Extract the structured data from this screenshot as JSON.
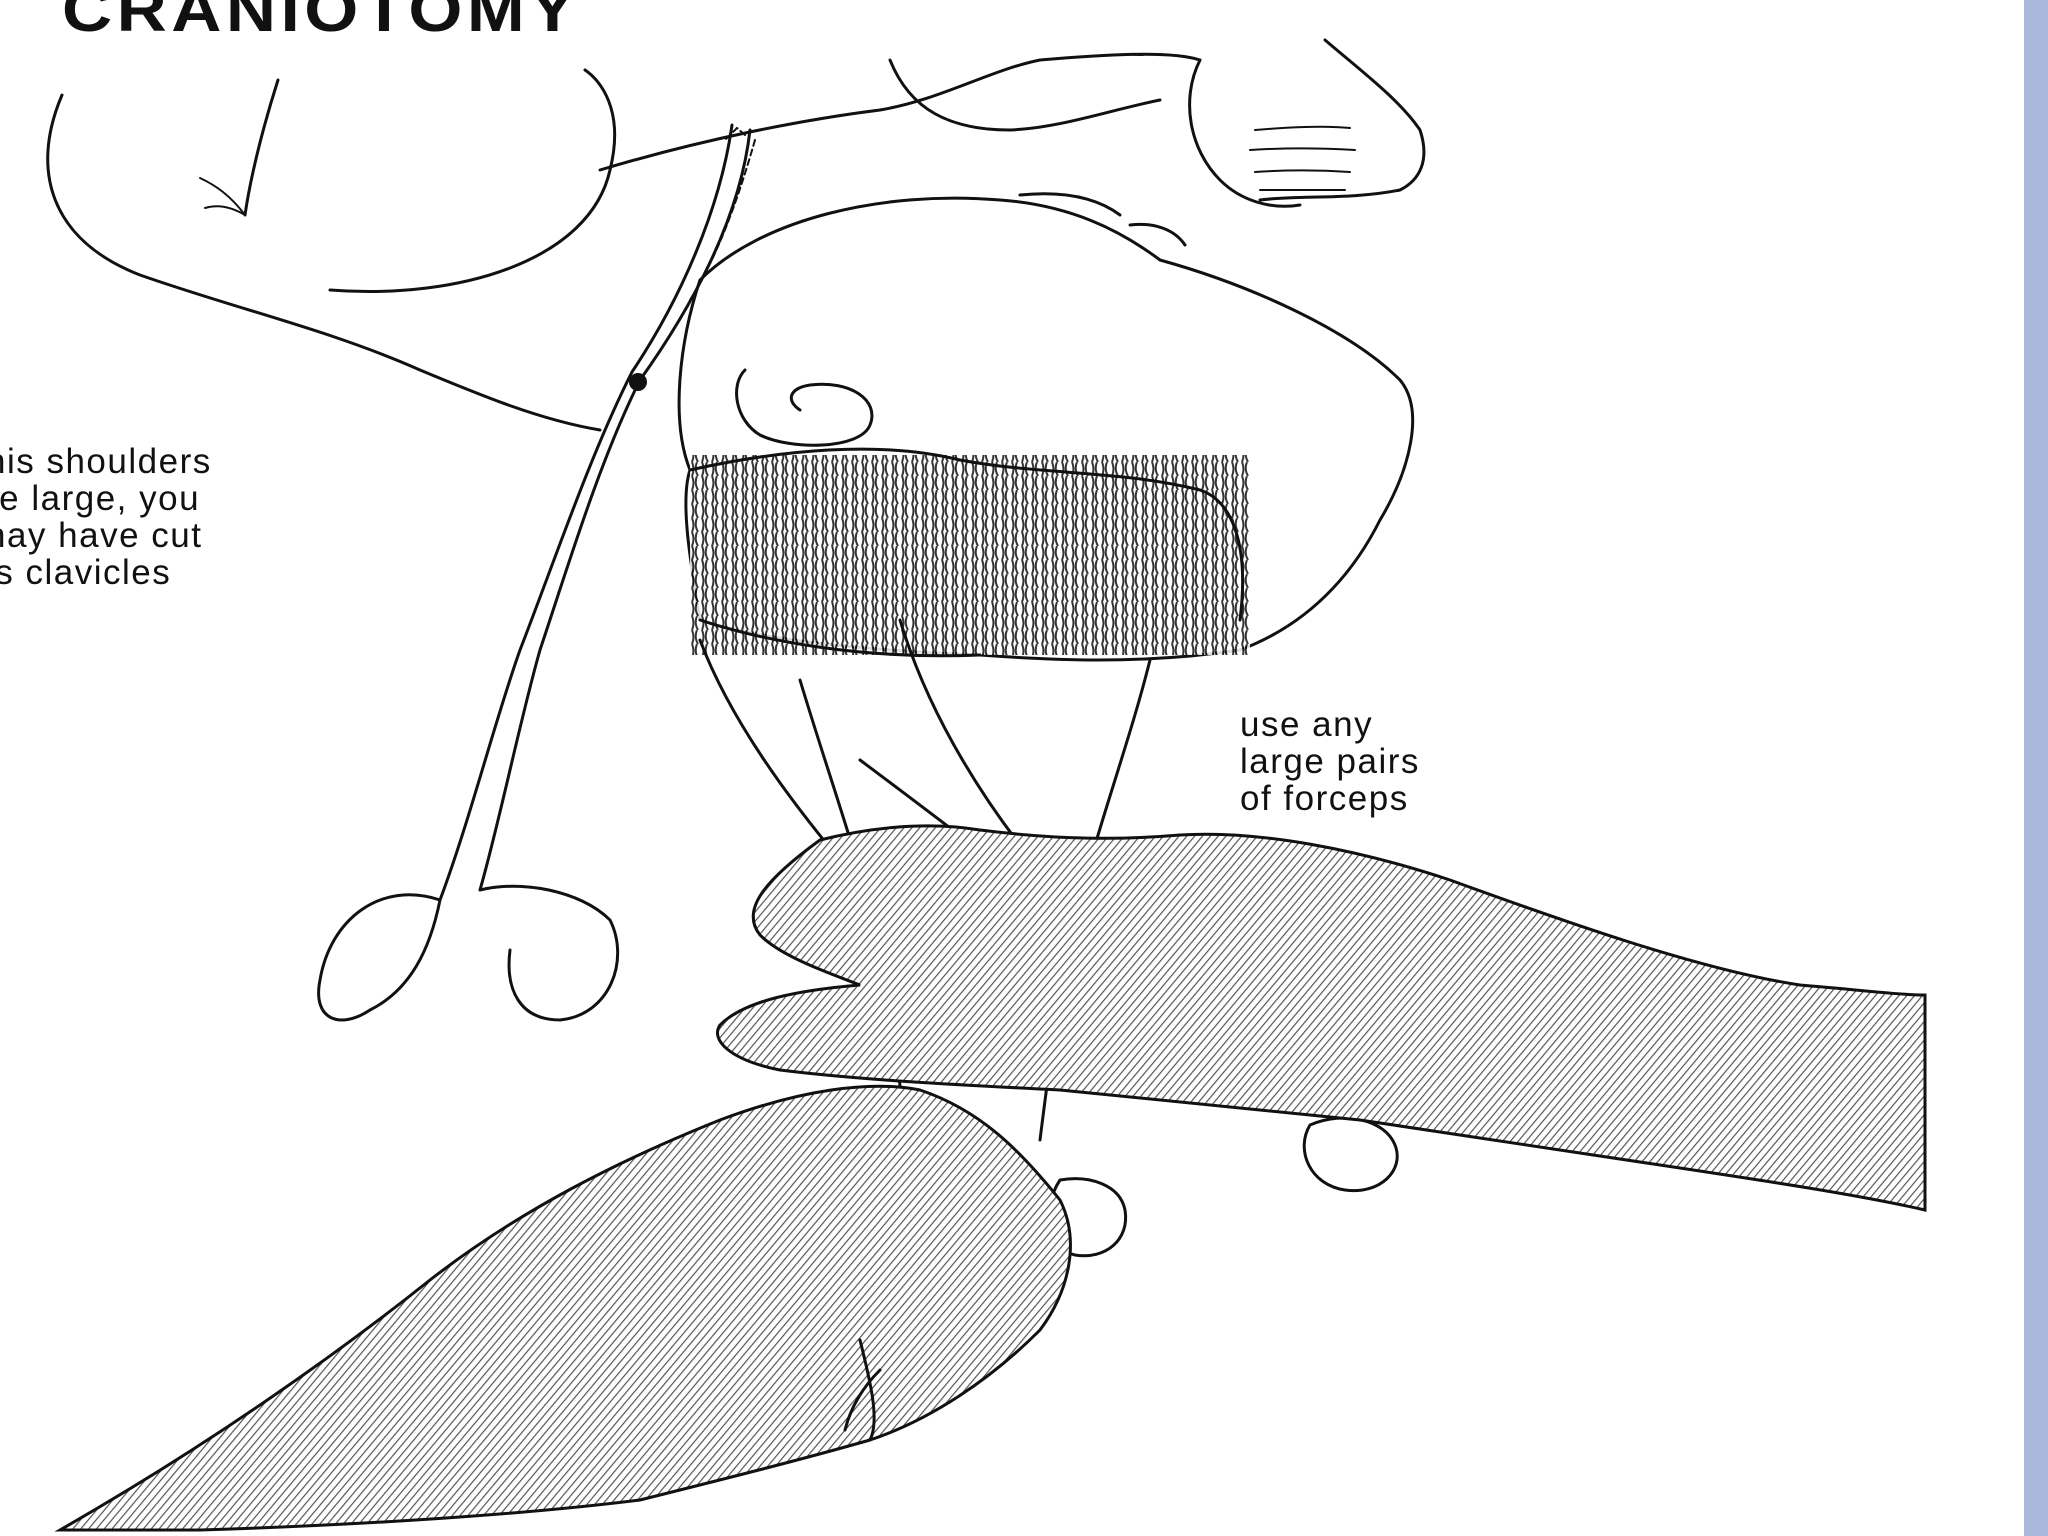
{
  "title": "CRANIOTOMY",
  "captions": {
    "left": "his shoulders\nre large, you\nnay have cut\nis clavicles",
    "right": "use any\nlarge pairs\nof forceps"
  },
  "colors": {
    "ink": "#111111",
    "hatch": "#9a9a9a",
    "side_bar": "#a9b8dc",
    "background": "#ffffff"
  }
}
